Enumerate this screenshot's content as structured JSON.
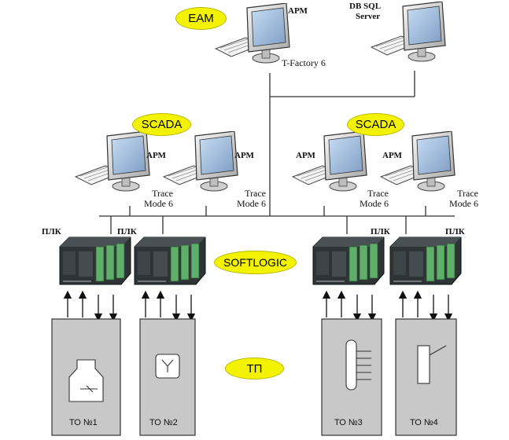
{
  "ovals": {
    "eam": "EAM",
    "scada_left": "SCADA",
    "scada_right": "SCADA",
    "softlogic": "SOFTLOGIC",
    "tp": "ТП"
  },
  "top": {
    "arm_label": "АРМ",
    "tfactory": "T-Factory 6",
    "db_line1": "DB SQL",
    "db_line2": "Server"
  },
  "scada_workstations": [
    {
      "arm": "АРМ",
      "line1": "Trace",
      "line2": "Mode 6"
    },
    {
      "arm": "АРМ",
      "line1": "Trace",
      "line2": "Mode 6"
    },
    {
      "arm": "АРМ",
      "line1": "Trace",
      "line2": "Mode 6"
    },
    {
      "arm": "АРМ",
      "line1": "Trace",
      "line2": "Mode 6"
    }
  ],
  "plc_labels": [
    "ПЛК",
    "ПЛК",
    "ПЛК",
    "ПЛК"
  ],
  "objects": [
    "ТО №1",
    "ТО №2",
    "ТО №3",
    "ТО №4"
  ],
  "colors": {
    "oval_fill": "#f3f300",
    "line": "#333333",
    "plc_body": "#2e3335",
    "plc_module": "#5fae6a",
    "object_box": "#c8c8c8"
  }
}
